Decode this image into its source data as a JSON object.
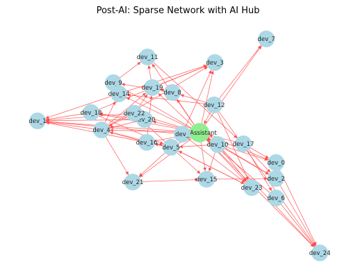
{
  "title": "Post-AI: Sparse Network with AI Hub",
  "colors": {
    "developer_node": "#add8e6",
    "ai_node": "#90ee90",
    "edge": "#ff4d4d",
    "label": "#222222"
  },
  "nodes": [
    {
      "id": "ai",
      "label": "AI Assistant",
      "kind": "ai"
    },
    {
      "id": "dev_0",
      "label": "dev_0",
      "kind": "dev"
    },
    {
      "id": "dev_1",
      "label": "dev_1",
      "kind": "dev"
    },
    {
      "id": "dev_2",
      "label": "dev_2",
      "kind": "dev"
    },
    {
      "id": "dev_3",
      "label": "dev_3",
      "kind": "dev"
    },
    {
      "id": "dev_4",
      "label": "dev_4",
      "kind": "dev"
    },
    {
      "id": "dev_5",
      "label": "dev_5",
      "kind": "dev"
    },
    {
      "id": "dev_6",
      "label": "dev_6",
      "kind": "dev"
    },
    {
      "id": "dev_7",
      "label": "dev_7",
      "kind": "dev"
    },
    {
      "id": "dev_8",
      "label": "dev_8",
      "kind": "dev"
    },
    {
      "id": "dev_9",
      "label": "dev_9",
      "kind": "dev"
    },
    {
      "id": "dev_10",
      "label": "dev_10",
      "kind": "dev"
    },
    {
      "id": "dev_11",
      "label": "dev_11",
      "kind": "dev"
    },
    {
      "id": "dev_12",
      "label": "dev_12",
      "kind": "dev"
    },
    {
      "id": "dev_14",
      "label": "dev_14",
      "kind": "dev"
    },
    {
      "id": "dev_15",
      "label": "dev_15",
      "kind": "dev"
    },
    {
      "id": "dev_16",
      "label": "dev_16",
      "kind": "dev"
    },
    {
      "id": "dev_17",
      "label": "dev_17",
      "kind": "dev"
    },
    {
      "id": "dev_18",
      "label": "dev_18",
      "kind": "dev"
    },
    {
      "id": "dev_19",
      "label": "dev_19",
      "kind": "dev"
    },
    {
      "id": "dev_20",
      "label": "dev_20",
      "kind": "dev"
    },
    {
      "id": "dev_21",
      "label": "dev_21",
      "kind": "dev"
    },
    {
      "id": "dev_22",
      "label": "dev_22",
      "kind": "dev"
    },
    {
      "id": "dev_23",
      "label": "dev_23",
      "kind": "dev"
    },
    {
      "id": "dev_24",
      "label": "dev_24",
      "kind": "dev"
    },
    {
      "id": "dev_x",
      "label": "dev_",
      "kind": "dev"
    }
  ],
  "edges": [
    [
      "ai",
      "dev_1"
    ],
    [
      "ai",
      "dev_3"
    ],
    [
      "ai",
      "dev_4"
    ],
    [
      "ai",
      "dev_7"
    ],
    [
      "ai",
      "dev_8"
    ],
    [
      "ai",
      "dev_9"
    ],
    [
      "ai",
      "dev_10"
    ],
    [
      "ai",
      "dev_11"
    ],
    [
      "ai",
      "dev_14"
    ],
    [
      "ai",
      "dev_15"
    ],
    [
      "ai",
      "dev_18"
    ],
    [
      "ai",
      "dev_19"
    ],
    [
      "ai",
      "dev_20"
    ],
    [
      "ai",
      "dev_21"
    ],
    [
      "ai",
      "dev_22"
    ],
    [
      "ai",
      "dev_23"
    ],
    [
      "ai",
      "dev_24"
    ],
    [
      "ai",
      "dev_0"
    ],
    [
      "ai",
      "dev_2"
    ],
    [
      "dev_17",
      "ai"
    ],
    [
      "dev_12",
      "ai"
    ],
    [
      "dev_5",
      "ai"
    ],
    [
      "dev_16",
      "ai"
    ],
    [
      "dev_6",
      "ai"
    ],
    [
      "dev_4",
      "dev_1"
    ],
    [
      "dev_4",
      "dev_19"
    ],
    [
      "dev_4",
      "dev_3"
    ],
    [
      "dev_4",
      "dev_21"
    ],
    [
      "dev_4",
      "dev_5"
    ],
    [
      "dev_4",
      "dev_14"
    ],
    [
      "dev_18",
      "dev_1"
    ],
    [
      "dev_18",
      "dev_5"
    ],
    [
      "dev_18",
      "dev_3"
    ],
    [
      "dev_22",
      "dev_1"
    ],
    [
      "dev_22",
      "dev_4"
    ],
    [
      "dev_22",
      "dev_19"
    ],
    [
      "dev_20",
      "dev_1"
    ],
    [
      "dev_20",
      "dev_4"
    ],
    [
      "dev_20",
      "dev_18"
    ],
    [
      "dev_16",
      "dev_4"
    ],
    [
      "dev_16",
      "dev_19"
    ],
    [
      "dev_5",
      "dev_21"
    ],
    [
      "dev_5",
      "dev_15"
    ],
    [
      "dev_5",
      "dev_23"
    ],
    [
      "dev_5",
      "dev_16"
    ],
    [
      "dev_5",
      "dev_22"
    ],
    [
      "dev_10",
      "dev_15"
    ],
    [
      "dev_10",
      "dev_23"
    ],
    [
      "dev_10",
      "dev_24"
    ],
    [
      "dev_10",
      "dev_5"
    ],
    [
      "dev_10",
      "dev_0"
    ],
    [
      "dev_10",
      "dev_2"
    ],
    [
      "dev_17",
      "dev_2"
    ],
    [
      "dev_17",
      "dev_6"
    ],
    [
      "dev_17",
      "dev_0"
    ],
    [
      "dev_12",
      "dev_23"
    ],
    [
      "dev_12",
      "dev_24"
    ],
    [
      "dev_12",
      "dev_14"
    ],
    [
      "dev_12",
      "dev_8"
    ],
    [
      "dev_12",
      "dev_7"
    ],
    [
      "dev_14",
      "dev_1"
    ],
    [
      "dev_14",
      "dev_3"
    ],
    [
      "dev_19",
      "dev_11"
    ],
    [
      "dev_19",
      "dev_3"
    ],
    [
      "dev_8",
      "dev_9"
    ],
    [
      "dev_8",
      "dev_19"
    ],
    [
      "dev_11",
      "dev_17"
    ],
    [
      "dev_9",
      "dev_11"
    ],
    [
      "dev_2",
      "dev_24"
    ],
    [
      "dev_6",
      "dev_24"
    ],
    [
      "dev_23",
      "dev_5"
    ],
    [
      "dev_15",
      "dev_2"
    ],
    [
      "dev_21",
      "dev_15"
    ],
    [
      "dev_x",
      "dev_1"
    ],
    [
      "dev_x",
      "dev_3"
    ],
    [
      "dev_x",
      "dev_23"
    ],
    [
      "dev_16",
      "dev_1"
    ],
    [
      "dev_0",
      "dev_24"
    ]
  ]
}
